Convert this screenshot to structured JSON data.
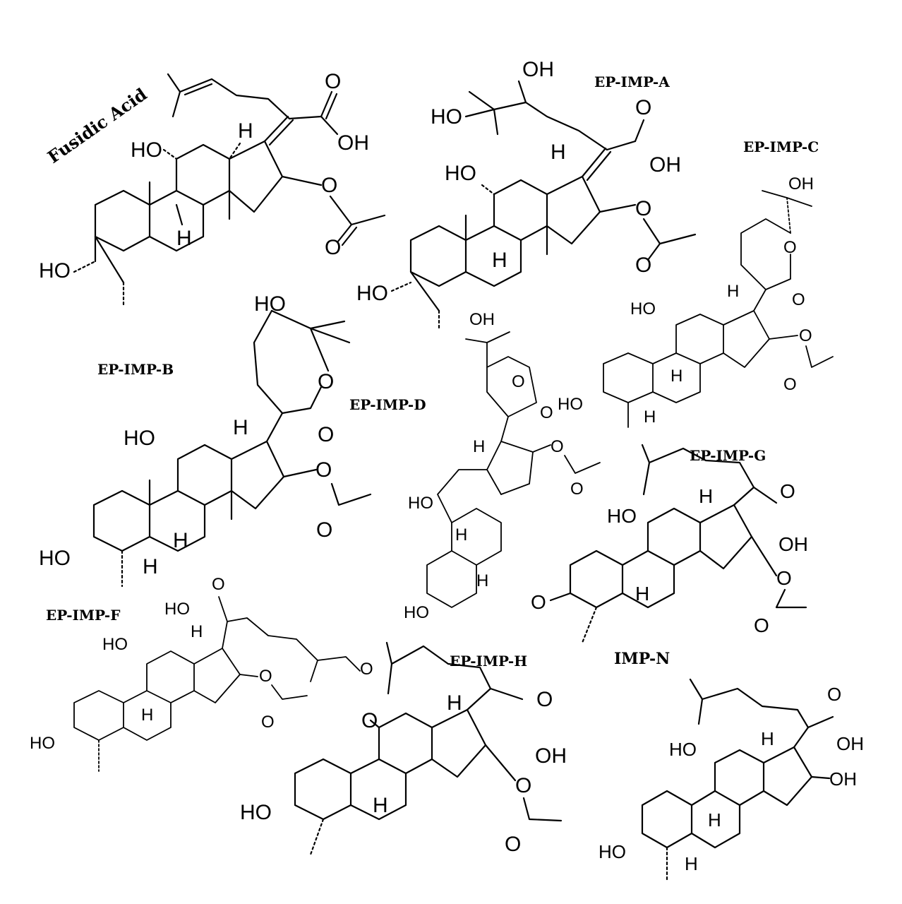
{
  "compounds": [
    {
      "name": "Fusidic Acid"
    },
    {
      "name": "EP-IMP-A"
    },
    {
      "name": "EP-IMP-B"
    },
    {
      "name": "EP-IMP-C"
    },
    {
      "name": "EP-IMP-D"
    },
    {
      "name": "EP-IMP-F"
    },
    {
      "name": "EP-IMP-G"
    },
    {
      "name": "EP-IMP-H"
    },
    {
      "name": "IMP-N"
    }
  ],
  "atoms": {
    "ho": "HO",
    "oh": "OH",
    "h": "H",
    "o": "O"
  }
}
